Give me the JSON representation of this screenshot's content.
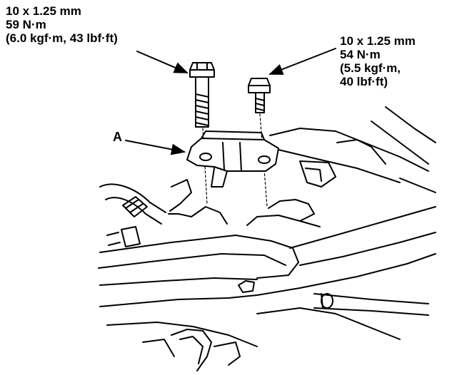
{
  "callouts": {
    "left_bolt": {
      "size": "10 x 1.25 mm",
      "torque": "59 N·m",
      "torque_alt": "(6.0 kgf·m, 43 lbf·ft)"
    },
    "right_bolt": {
      "size": "10 x 1.25 mm",
      "torque": "54 N·m",
      "torque_alt_1": "(5.5 kgf·m,",
      "torque_alt_2": "40 lbf·ft)"
    },
    "part_label": "A"
  }
}
